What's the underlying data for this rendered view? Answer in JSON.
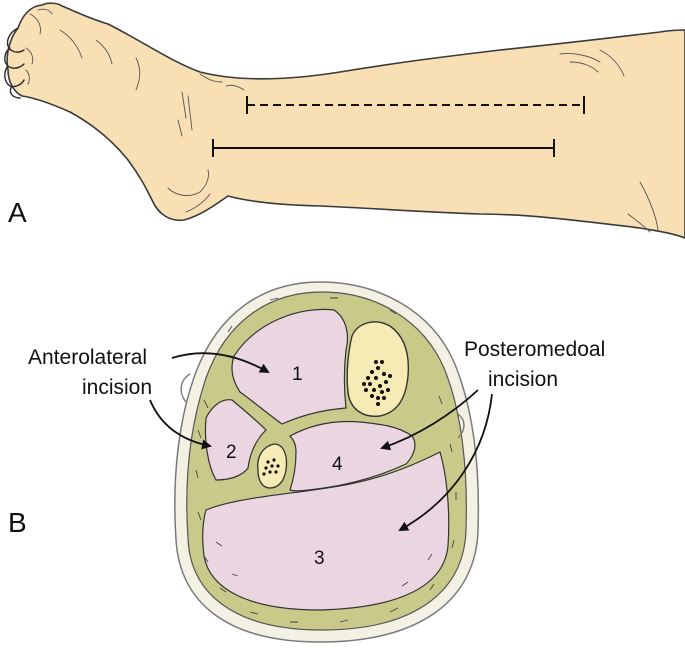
{
  "panels": {
    "a": {
      "letter": "A"
    },
    "b": {
      "letter": "B"
    }
  },
  "labels": {
    "anterolateral_line1": "Anterolateral",
    "anterolateral_line2": "incision",
    "posteromedial_line1": "Posteromedoal",
    "posteromedial_line2": "incision"
  },
  "compartments": {
    "c1": "1",
    "c2": "2",
    "c3": "3",
    "c4": "4"
  },
  "colors": {
    "skin": "#f8dfb4",
    "fascia": "#c9c98a",
    "muscle": "#ead6e0",
    "bone": "#f6eab5",
    "subcutaneous": "#f3f0e4",
    "ink": "#222222"
  }
}
